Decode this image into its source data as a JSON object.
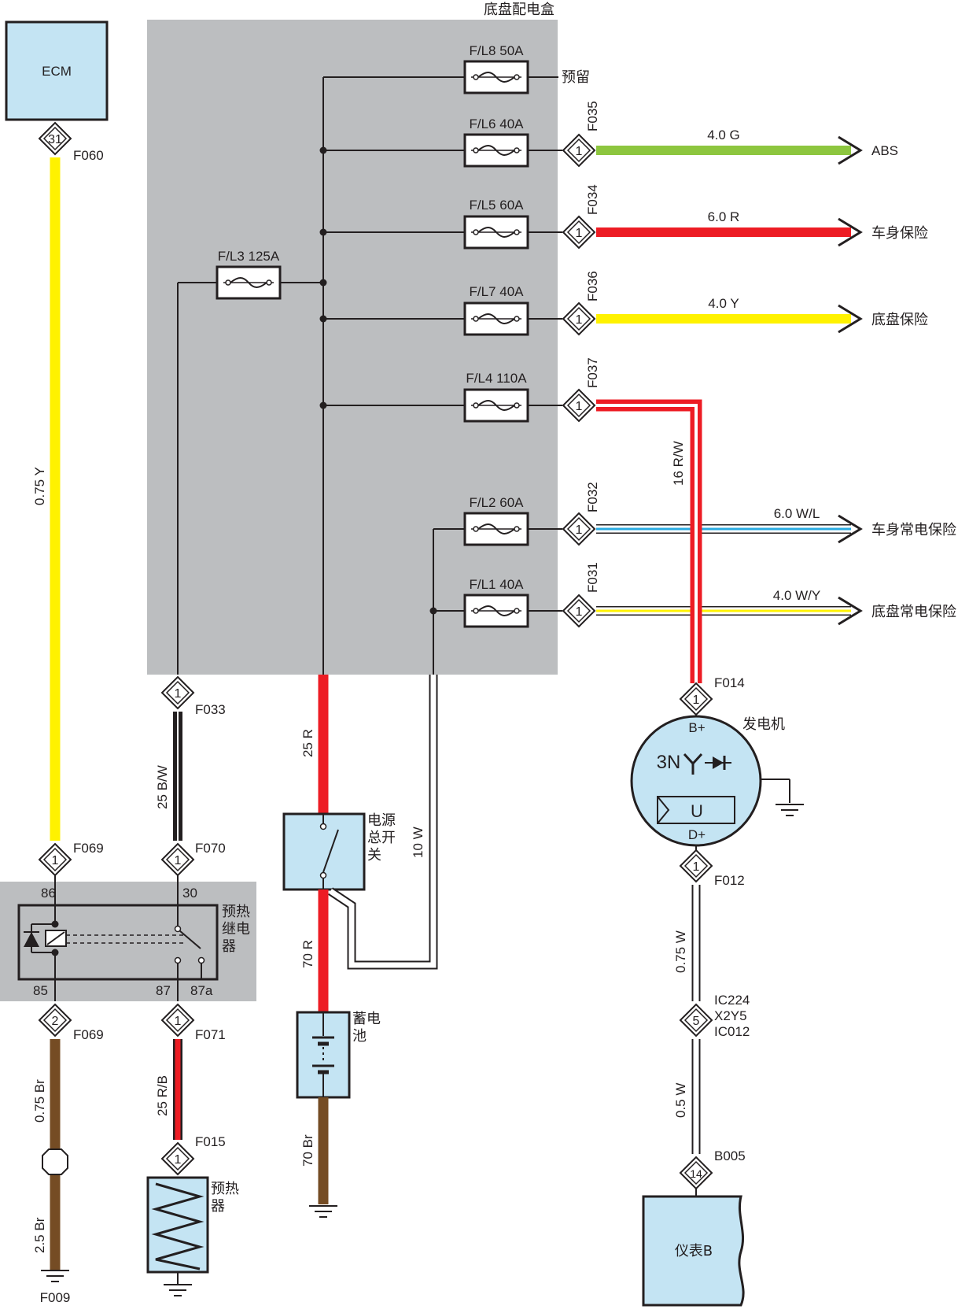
{
  "box_title": "底盘配电盒",
  "ecm": {
    "label": "ECM",
    "pin": "31",
    "connector": "F060"
  },
  "fuses": [
    {
      "id": "fl8",
      "label": "F/L8 50A",
      "out_label": "预留"
    },
    {
      "id": "fl6",
      "label": "F/L6 40A",
      "connector": "F035",
      "pin": "1",
      "wire": "4.0 G",
      "dest": "ABS"
    },
    {
      "id": "fl5",
      "label": "F/L5 60A",
      "connector": "F034",
      "pin": "1",
      "wire": "6.0 R",
      "dest": "车身保险"
    },
    {
      "id": "fl7",
      "label": "F/L7 40A",
      "connector": "F036",
      "pin": "1",
      "wire": "4.0 Y",
      "dest": "底盘保险"
    },
    {
      "id": "fl4",
      "label": "F/L4 110A",
      "connector": "F037",
      "pin": "1",
      "wire": "16 R/W"
    },
    {
      "id": "fl2",
      "label": "F/L2 60A",
      "connector": "F032",
      "pin": "1",
      "wire": "6.0 W/L",
      "dest": "车身常电保险"
    },
    {
      "id": "fl1",
      "label": "F/L1 40A",
      "connector": "F031",
      "pin": "1",
      "wire": "4.0 W/Y",
      "dest": "底盘常电保险"
    },
    {
      "id": "fl3",
      "label": "F/L3 125A"
    }
  ],
  "left_wires": {
    "ecm_wire": "0.75 Y",
    "relay_in_wire": "25 B/W",
    "relay_out_wire": "25 R/B",
    "ground_wire_1": "0.75 Br",
    "ground_wire_2": "2.5 Br"
  },
  "connectors": {
    "f033": {
      "name": "F033",
      "pin": "1"
    },
    "f069a": {
      "name": "F069",
      "pin": "1"
    },
    "f070": {
      "name": "F070",
      "pin": "1"
    },
    "f069b": {
      "name": "F069",
      "pin": "2"
    },
    "f071": {
      "name": "F071",
      "pin": "1"
    },
    "f015": {
      "name": "F015",
      "pin": "1"
    },
    "f009": {
      "name": "F009"
    },
    "f014": {
      "name": "F014",
      "pin": "1"
    },
    "f012": {
      "name": "F012",
      "pin": "1"
    },
    "ic224": {
      "lines": [
        "IC224",
        "X2Y5",
        "IC012"
      ],
      "pin": "5"
    },
    "b005": {
      "name": "B005",
      "pin": "14"
    }
  },
  "relay": {
    "label_lines": [
      "预热",
      "继电",
      "器"
    ],
    "pins": {
      "p86": "86",
      "p30": "30",
      "p85": "85",
      "p87": "87",
      "p87a": "87a"
    }
  },
  "glow": {
    "label_lines": [
      "预热",
      "器"
    ]
  },
  "main_switch": {
    "label_lines": [
      "电源",
      "总开",
      "关"
    ]
  },
  "battery": {
    "label_lines": [
      "蓄电",
      "池"
    ]
  },
  "center_wires": {
    "upper": "25 R",
    "switch_out": "10 W",
    "lower": "70 R",
    "ground": "70 Br"
  },
  "alternator": {
    "label": "发电机",
    "b_plus": "B+",
    "d_plus": "D+",
    "symbol_3n": "3N",
    "regulator": "U"
  },
  "alt_wires": {
    "upper": "0.75 W",
    "lower": "0.5 W"
  },
  "cluster": {
    "label": "仪表B"
  },
  "colors": {
    "panel": "#bcbec0",
    "component_fill": "#c4e4f3",
    "yellow": "#fff200",
    "green": "#8dc63f",
    "red": "#ed1c24",
    "brown": "#754c24",
    "blue": "#29abe2"
  }
}
